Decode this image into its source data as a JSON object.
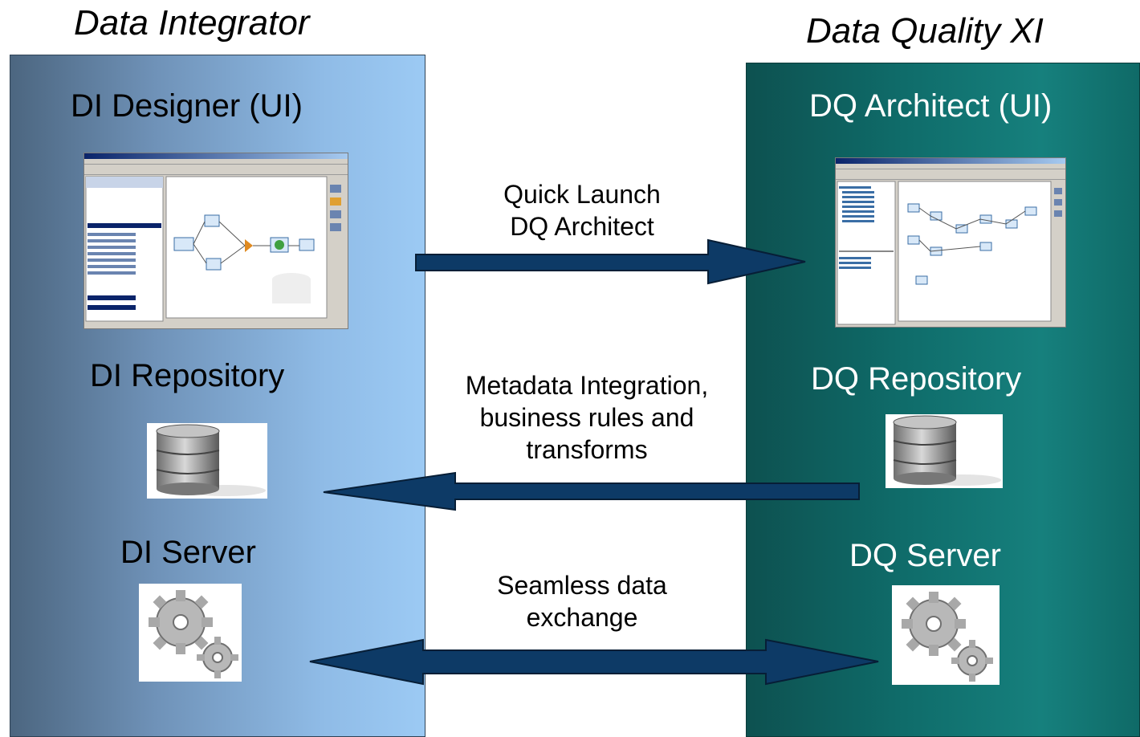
{
  "left": {
    "title": "Data Integrator",
    "designer": "DI Designer (UI)",
    "repository": "DI Repository",
    "server": "DI Server"
  },
  "right": {
    "title": "Data Quality XI",
    "architect": "DQ Architect (UI)",
    "repository": "DQ Repository",
    "server": "DQ Server"
  },
  "arrows": {
    "launch_line1": "Quick Launch",
    "launch_line2": "DQ Architect",
    "metadata_line1": "Metadata Integration,",
    "metadata_line2": "business rules and",
    "metadata_line3": "transforms",
    "exchange_line1": "Seamless data",
    "exchange_line2": "exchange"
  },
  "icons": {
    "database": "database-icon",
    "gears": "gears-icon",
    "screenshot": "application-screenshot"
  },
  "colors": {
    "left_panel": "#8fbbe6",
    "right_panel": "#0f6c6a",
    "arrow": "#0d3a66"
  }
}
